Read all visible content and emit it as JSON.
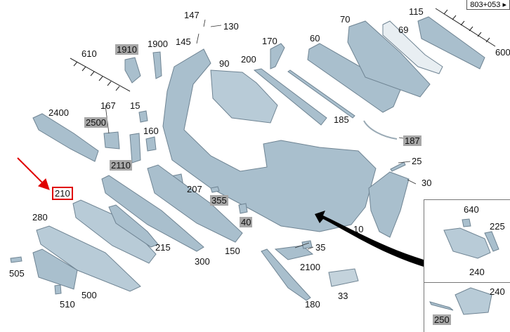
{
  "header_ref": "803+053 ▸",
  "labels": {
    "l147": "147",
    "l130": "130",
    "l145": "145",
    "l1900": "1900",
    "l1910": "1910",
    "l610": "610",
    "l90": "90",
    "l200": "200",
    "l170": "170",
    "l60": "60",
    "l70": "70",
    "l115": "115",
    "l69": "69",
    "l600": "600",
    "l2400": "2400",
    "l167": "167",
    "l15": "15",
    "l2500": "2500",
    "l160": "160",
    "l2110": "2110",
    "l185": "185",
    "l187": "187",
    "l25": "25",
    "l30": "30",
    "l210": "210",
    "l207": "207",
    "l355": "355",
    "l40": "40",
    "l10": "10",
    "l280": "280",
    "l215": "215",
    "l150": "150",
    "l300": "300",
    "l35": "35",
    "l505": "505",
    "l2100": "2100",
    "l500": "500",
    "l510": "510",
    "l180": "180",
    "l33": "33",
    "l640": "640",
    "l225": "225",
    "l240a": "240",
    "l240b": "240",
    "l250": "250"
  },
  "colors": {
    "part": "#a9bfcd",
    "part_edge": "#6f8493",
    "highlight_bg": "#a7a7a7",
    "callout": "#e00000",
    "arrow": "#000000"
  }
}
